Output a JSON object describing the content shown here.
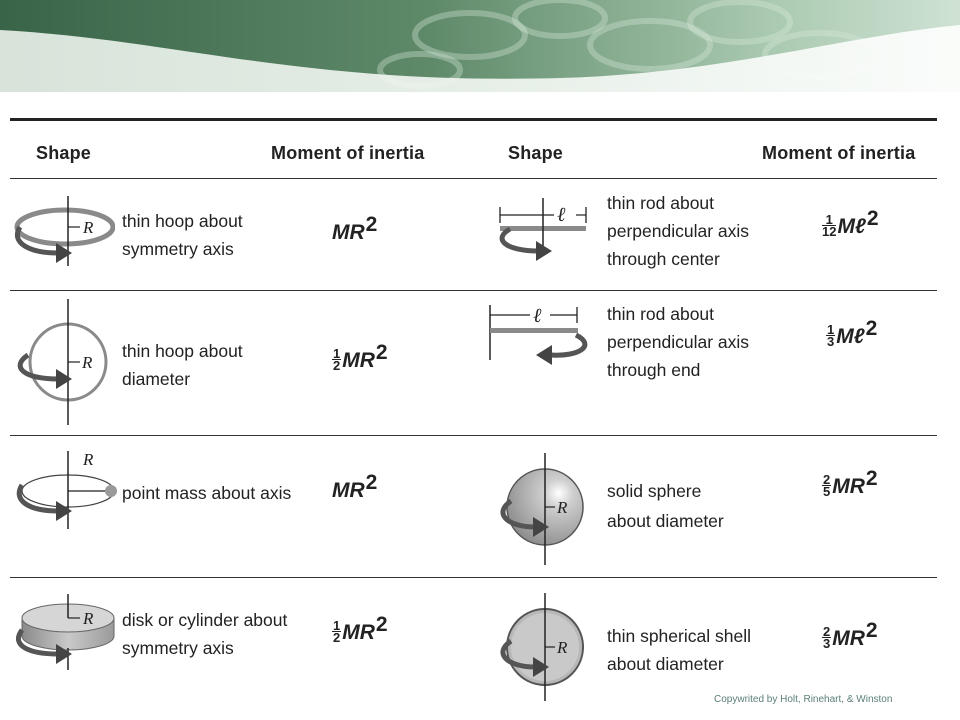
{
  "header": {
    "shape_label": "Shape",
    "moment_label": "Moment of inertia"
  },
  "rows": [
    {
      "left": {
        "icon": "thin-hoop-symmetry-icon",
        "symbol": "R",
        "lines": [
          "thin hoop about",
          "symmetry axis"
        ],
        "formula": {
          "frac": null,
          "body": "MR",
          "exp": "2"
        }
      },
      "right": {
        "icon": "rod-center-icon",
        "symbol": "ℓ",
        "lines": [
          "thin rod about",
          "perpendicular axis",
          "through center"
        ],
        "formula": {
          "frac": [
            "1",
            "12"
          ],
          "body": "Mℓ",
          "exp": "2"
        }
      }
    },
    {
      "left": {
        "icon": "thin-hoop-diameter-icon",
        "symbol": "R",
        "lines": [
          "thin hoop about",
          "diameter"
        ],
        "formula": {
          "frac": [
            "1",
            "2"
          ],
          "body": "MR",
          "exp": "2"
        }
      },
      "right": {
        "icon": "rod-end-icon",
        "symbol": "ℓ",
        "lines": [
          "thin rod about",
          "perpendicular axis",
          "through end"
        ],
        "formula": {
          "frac": [
            "1",
            "3"
          ],
          "body": "Mℓ",
          "exp": "2"
        }
      }
    },
    {
      "left": {
        "icon": "point-mass-icon",
        "symbol": "R",
        "lines": [
          "point mass about axis"
        ],
        "formula": {
          "frac": null,
          "body": "MR",
          "exp": "2"
        }
      },
      "right": {
        "icon": "solid-sphere-icon",
        "symbol": "R",
        "lines": [
          "solid sphere",
          "about diameter"
        ],
        "formula": {
          "frac": [
            "2",
            "5"
          ],
          "body": "MR",
          "exp": "2"
        }
      }
    },
    {
      "left": {
        "icon": "disk-cylinder-icon",
        "symbol": "R",
        "lines": [
          "disk or cylinder about",
          "symmetry axis"
        ],
        "formula": {
          "frac": [
            "1",
            "2"
          ],
          "body": "MR",
          "exp": "2"
        }
      },
      "right": {
        "icon": "spherical-shell-icon",
        "symbol": "R",
        "lines": [
          "thin spherical shell",
          "about diameter"
        ],
        "formula": {
          "frac": [
            "2",
            "3"
          ],
          "body": "MR",
          "exp": "2"
        }
      }
    }
  ],
  "copyright": "Copywrited by Holt, Rinehart, & Winston",
  "colors": {
    "banner_dark": "#3f6a4d",
    "banner_light": "#dcebe0",
    "shape_gray": "#8a8a8a",
    "arrow": "#555555",
    "text": "#222222"
  }
}
